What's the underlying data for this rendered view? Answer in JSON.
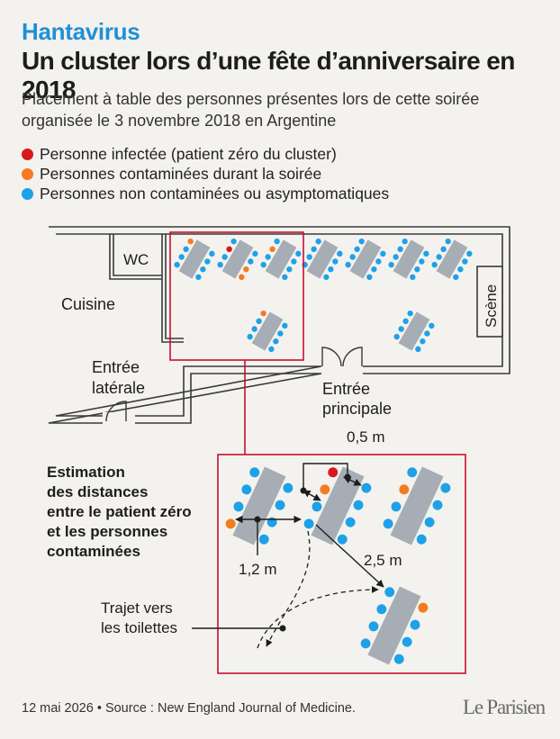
{
  "kicker": "Hantavirus",
  "title": "Un cluster lors d’une fête d’anniversaire en 2018",
  "subtitle": "Placement à table des personnes présentes lors de cette soirée organisée le 3 novembre 2018 en Argentine",
  "legend": [
    {
      "label": "Personne infectée (patient zéro du cluster)",
      "color": "#d7191c"
    },
    {
      "label": "Personnes contaminées durant la soirée",
      "color": "#f47b20"
    },
    {
      "label": "Personnes non contaminées ou asymptomatiques",
      "color": "#1ea1e8"
    }
  ],
  "plan": {
    "wc": "WC",
    "cuisine": "Cuisine",
    "entree_laterale_1": "Entrée",
    "entree_laterale_2": "latérale",
    "entree_principale_1": "Entrée",
    "entree_principale_2": "principale",
    "scene": "Scène"
  },
  "zoom": {
    "caption": [
      "Estimation",
      "des distances",
      "entre le patient zéro",
      "et les personnes",
      "contaminées"
    ],
    "d_05": "0,5 m",
    "d_12": "1,2 m",
    "d_25": "2,5 m",
    "trajet_1": "Trajet vers",
    "trajet_2": "les toilettes"
  },
  "footer": "12 mai 2026 • Source : New England Journal of Medicine.",
  "brand": "Le Parisien",
  "colors": {
    "red": "#d7191c",
    "orange": "#f47b20",
    "blue": "#1ea1e8",
    "table": "#a6adb4",
    "frame": "#c8102e",
    "wall": "#3a3a3a"
  }
}
